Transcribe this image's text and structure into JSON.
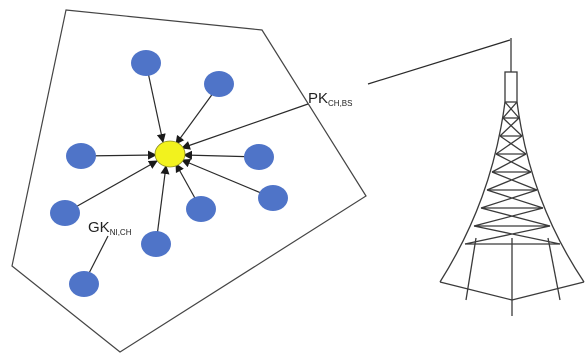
{
  "labels": {
    "pk": {
      "main": "PK",
      "sub": "CH,BS"
    },
    "gk": {
      "main": "GK",
      "sub": "NI,CH"
    }
  },
  "colors": {
    "node_fill": "#4f74c8",
    "cluster_head_fill": "#f2f21e",
    "line": "#2a2a2a",
    "tower_line": "#3a3a3a",
    "boundary": "#444444"
  },
  "icons": {
    "node": "sensor-node-icon",
    "cluster_head": "cluster-head-icon",
    "tower": "base-station-tower-icon"
  }
}
